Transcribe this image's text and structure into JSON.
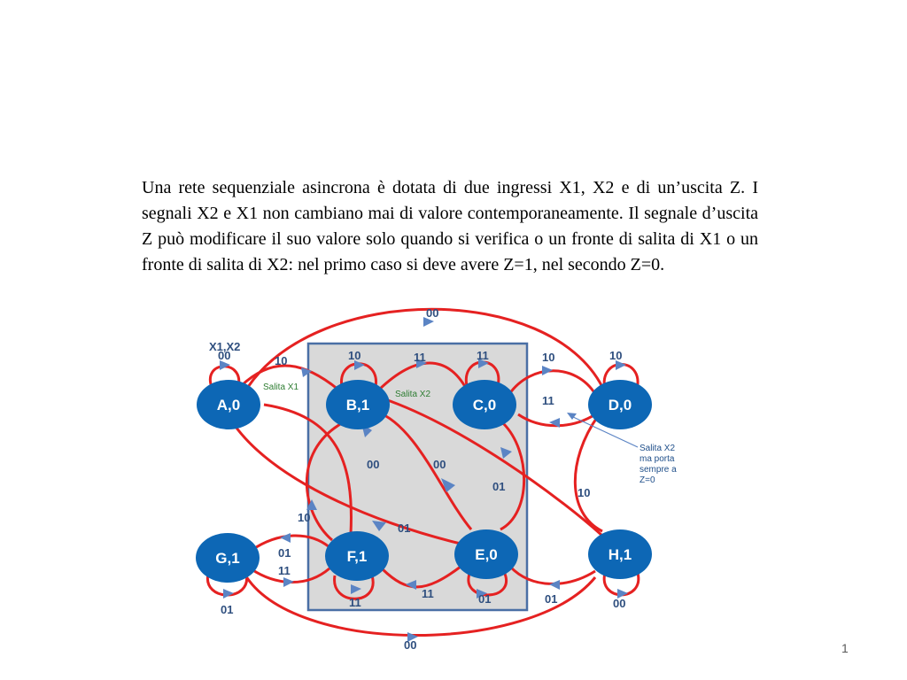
{
  "problem": {
    "text": "Una rete sequenziale asincrona è dotata di due ingressi X1, X2 e di un’uscita Z. I segnali X2 e X1 non cambiano mai di valore contemporaneamente. Il segnale d’uscita Z può modificare il suo valore solo quando si verifica o un fronte di salita di X1 o un fronte di salita di X2: nel primo caso si deve avere Z=1, nel secondo Z=0."
  },
  "diagram": {
    "input_header": "X1,X2",
    "states": {
      "A": "A,0",
      "B": "B,1",
      "C": "C,0",
      "D": "D,0",
      "E": "E,0",
      "F": "F,1",
      "G": "G,1",
      "H": "H,1"
    },
    "annotations": {
      "salita_x1": "Salita X1",
      "salita_x2": "Salita X2",
      "note_d": [
        "Salita X2",
        "ma porta",
        "sempre a",
        "Z=0"
      ]
    },
    "transitions": {
      "a_self": "00",
      "a_b": "10",
      "a_d_top": "00",
      "b_self": "10",
      "b_c": "11",
      "c_self": "11",
      "c_d": "10",
      "d_c": "11",
      "d_self": "10",
      "b_f": "00",
      "b_e": "00",
      "c_e": "01",
      "d_h": "10",
      "a_f": "01",
      "f_b": "10",
      "g_f": "01",
      "f_g": "11",
      "f_self": "11",
      "e_f": "11",
      "h_e": "01",
      "e_self": "01",
      "h_self": "00",
      "g_self": "01",
      "h_g": "00"
    },
    "colors": {
      "node": "#0d67b5",
      "arc": "#e52121",
      "arrow": "#5b84c4",
      "box": "#d9d9d9"
    }
  },
  "slide_number": "1"
}
